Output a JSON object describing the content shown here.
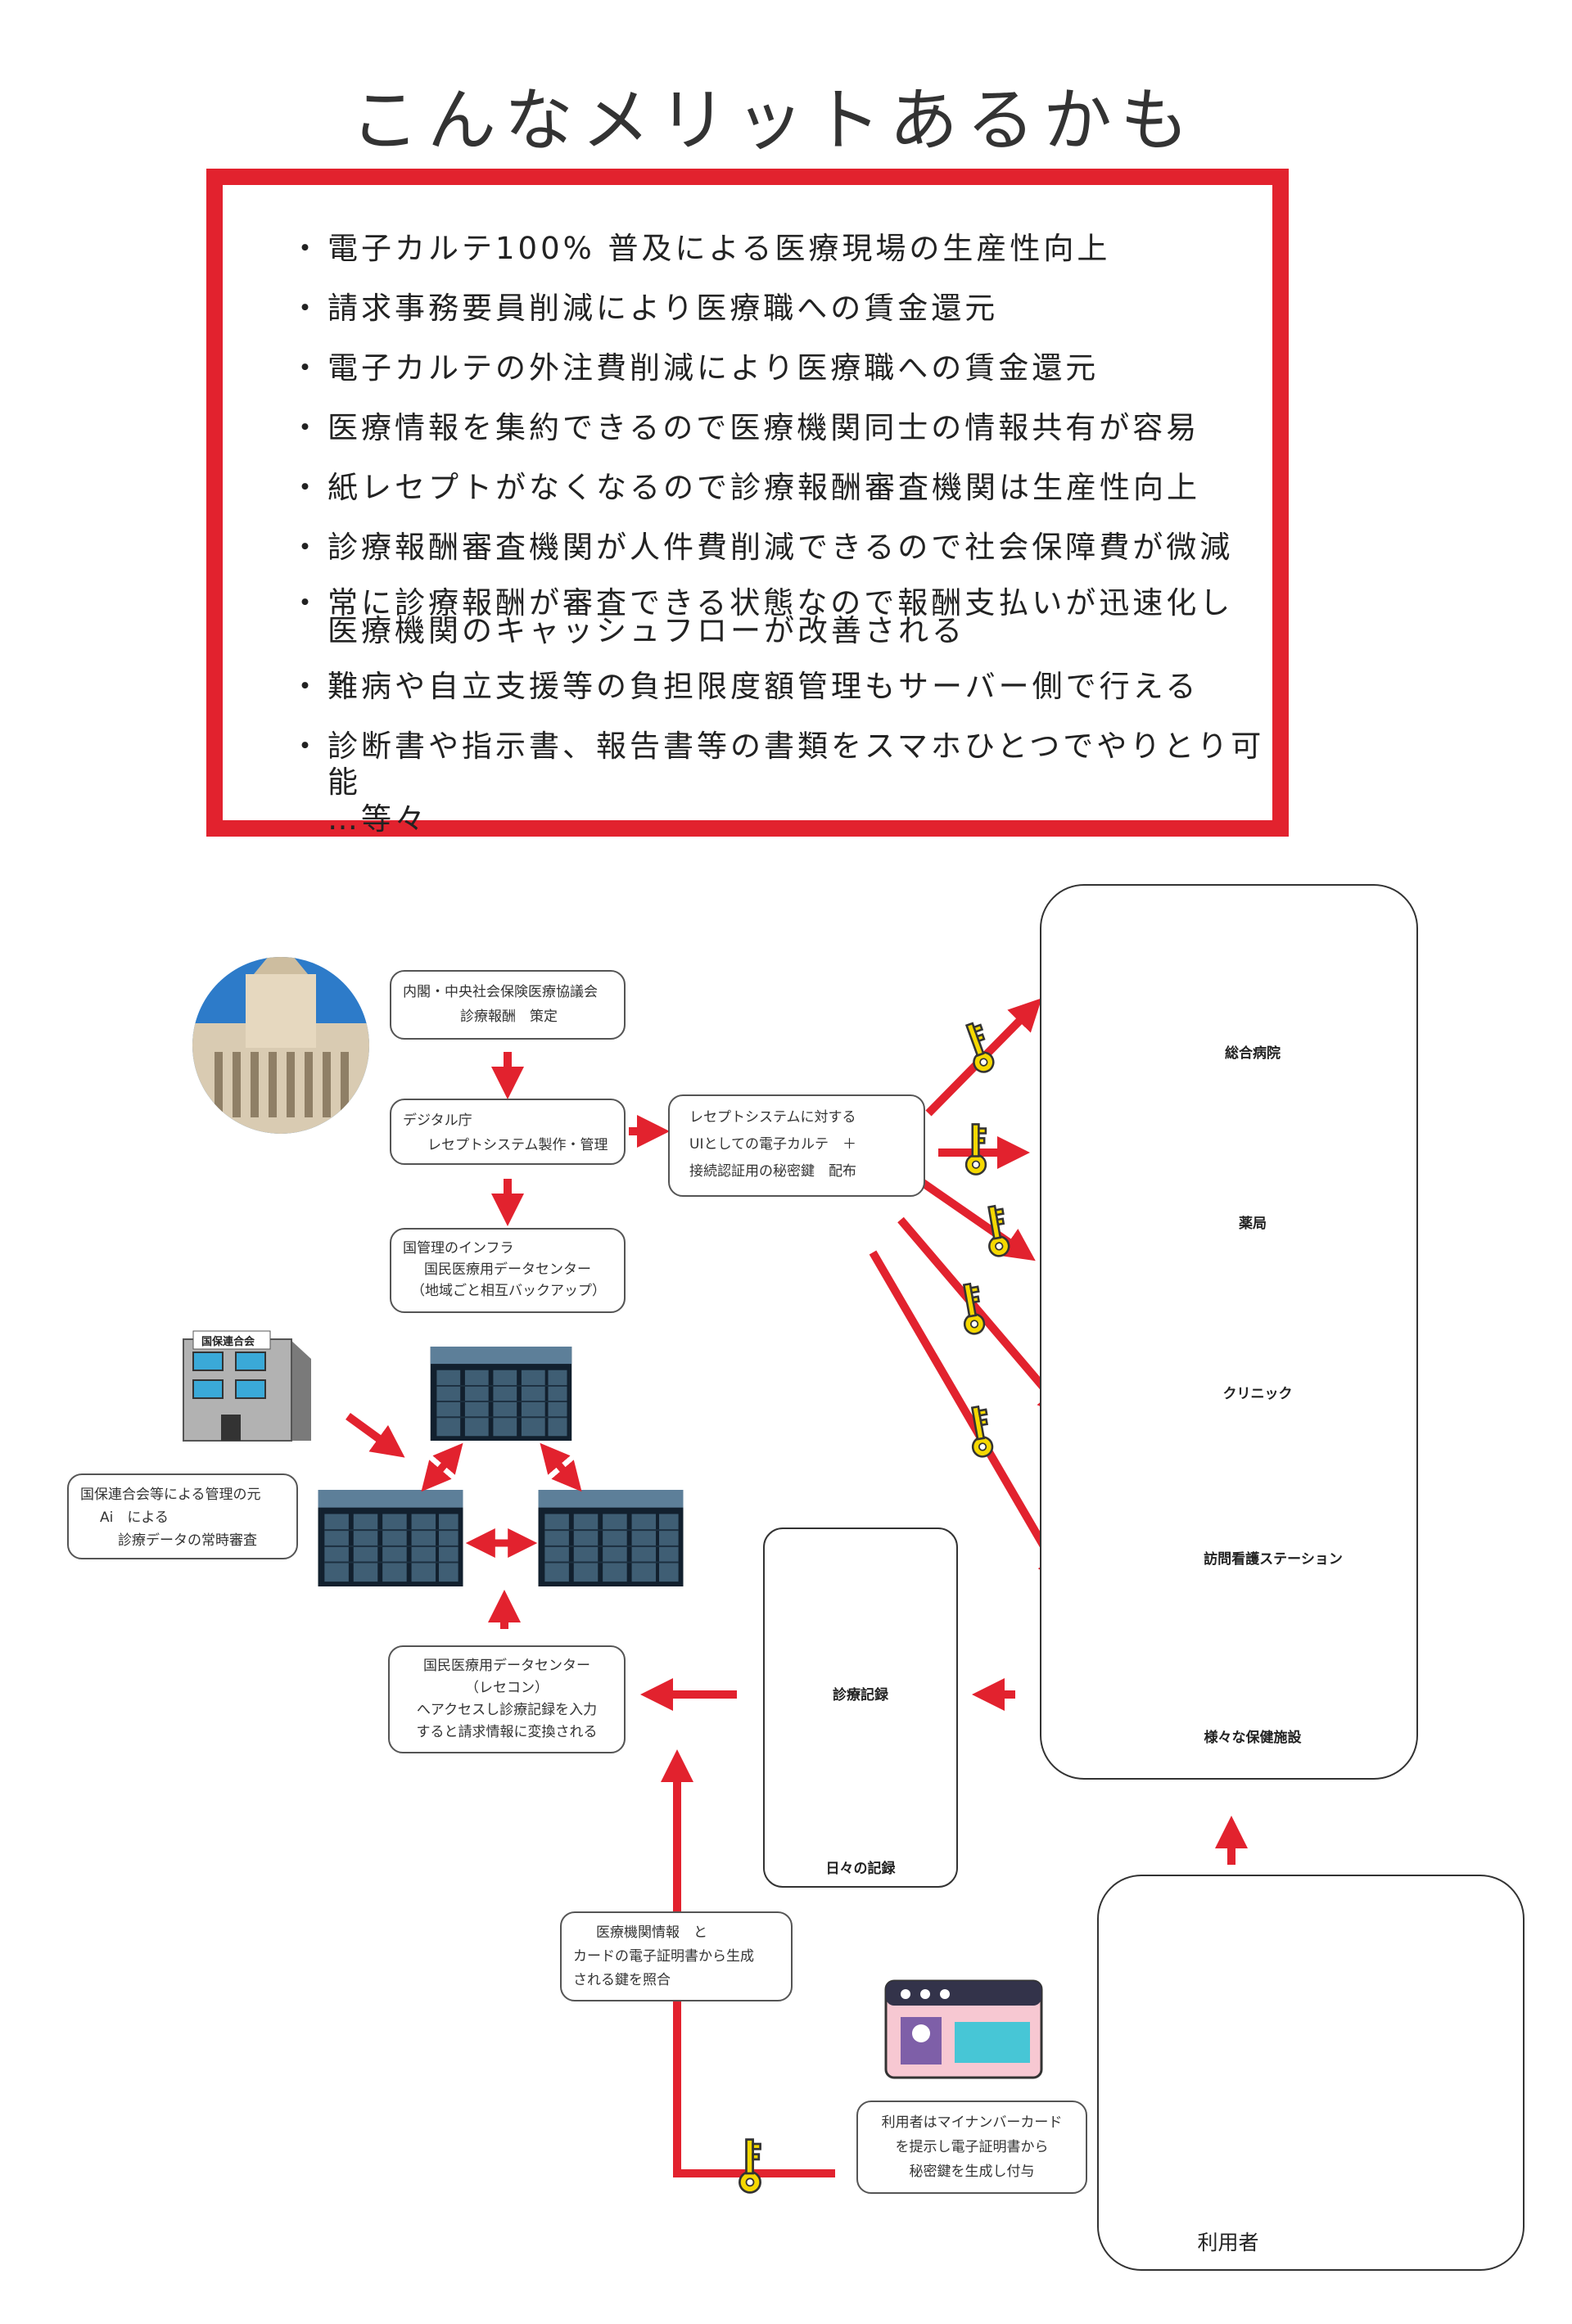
{
  "title": "こんなメリットあるかも",
  "merits": [
    [
      "電子カルテ100% 普及による医療現場の生産性向上"
    ],
    [
      "請求事務要員削減により医療職への賃金還元"
    ],
    [
      "電子カルテの外注費削減により医療職への賃金還元"
    ],
    [
      "医療情報を集約できるので医療機関同士の情報共有が容易"
    ],
    [
      "紙レセプトがなくなるので診療報酬審査機関は生産性向上"
    ],
    [
      "診療報酬審査機関が人件費削減できるので社会保障費が微減"
    ],
    [
      "常に診療報酬が審査できる状態なので報酬支払いが迅速化し",
      "医療機関のキャッシュフローが改善される"
    ],
    [
      "難病や自立支援等の負担限度額管理もサーバー側で行える"
    ],
    [
      "診断書や指示書、報告書等の書類をスマホひとつでやりとり可能"
    ]
  ],
  "merits_etc": "…等々",
  "boxes": {
    "cabinet": [
      "内閣・中央社会保険医療協議会",
      "診療報酬　策定"
    ],
    "digital": [
      "デジタル庁",
      "レセプトシステム製作・管理"
    ],
    "infra": [
      "国管理のインフラ",
      "国民医療用データセンター",
      "（地域ごと相互バックアップ）"
    ],
    "receipt": [
      "レセプトシステムに対する",
      "UIとしての電子カルテ　＋",
      "接続認証用の秘密鍵　配布"
    ],
    "kokuho_ai": [
      "国保連合会等による管理の元",
      "Ai　による",
      "診療データの常時審査"
    ],
    "datacenter": [
      "国民医療用データセンター",
      "（レセコン）",
      "へアクセスし診療記録を入力",
      "すると請求情報に変換される"
    ],
    "med_info": [
      "医療機関情報　と",
      "カードの電子証明書から生成",
      "される鍵を照合"
    ],
    "user_card": [
      "利用者はマイナンバーカード",
      "を提示し電子証明書から",
      "秘密鍵を生成し付与"
    ]
  },
  "kokuho_label": "国保連合会",
  "pharmacy_sign": "薬局",
  "facilities": [
    "総合病院",
    "薬局",
    "クリニック",
    "訪問看護ステーション",
    "様々な保健施設"
  ],
  "records": [
    "診療記録",
    "日々の記録"
  ],
  "user_label": "利用者",
  "colors": {
    "red": "#e2222e",
    "key": "#f5d800",
    "box_border": "#555555"
  },
  "icons": [
    "parliament-icon",
    "office-building-icon",
    "server-rack-icon",
    "key-icon",
    "smartphone-icon",
    "laptop-icon",
    "hospital-icon",
    "pharmacy-icon",
    "clinic-icon",
    "nurse-car-icon",
    "care-facility-icon",
    "doctor-icon",
    "nurse-icon",
    "id-card-icon",
    "kiosk-icon",
    "elderly-icon",
    "bed-icon",
    "home-visit-icon"
  ]
}
